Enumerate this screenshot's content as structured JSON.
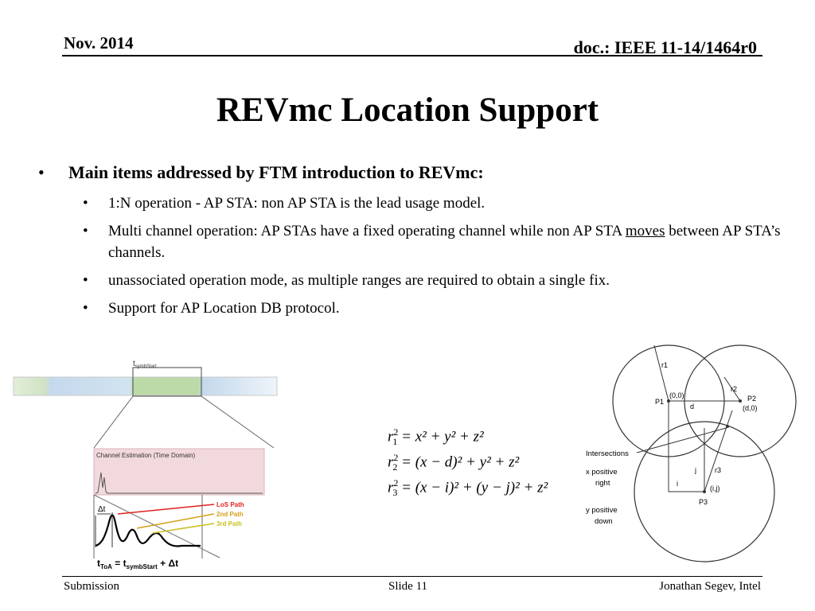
{
  "header": {
    "date": "Nov. 2014",
    "doc": "doc.: IEEE 11-14/1464r0"
  },
  "title": "REVmc Location Support",
  "main_bullet": "Main items addressed by FTM introduction to REVmc:",
  "sub_bullets": [
    "1:N operation - AP STA: non AP STA is the lead usage model.",
    "Multi channel operation: AP STAs have a fixed operating channel while non AP STA ",
    "moves",
    " between AP STA’s channels.",
    "unassociated operation mode, as multiple ranges are required to obtain a single fix.",
    "Support for AP Location DB protocol."
  ],
  "channel_fig": {
    "tsymb_label": "t",
    "tsymb_sub": "symbStart",
    "panel_title": "Channel Estimation (Time Domain)",
    "delta_t": "Δt",
    "paths": [
      "LoS Path",
      "2nd Path",
      "3rd Path"
    ],
    "path_colors": [
      "#e02020",
      "#d4a017",
      "#c8c020"
    ],
    "toa_t1": "t",
    "toa_sub1": "ToA",
    "toa_eq": " = t",
    "toa_sub2": "symbStart",
    "toa_tail": " + Δt"
  },
  "equations": [
    {
      "lhs": "r",
      "sub": "1",
      "sup": "2",
      "rhs": "= x² + y² + z²"
    },
    {
      "lhs": "r",
      "sub": "2",
      "sup": "2",
      "rhs": "= (x − d)² + y² + z²"
    },
    {
      "lhs": "r",
      "sub": "3",
      "sup": "2",
      "rhs": "= (x − i)² + (y − j)² + z²"
    }
  ],
  "circles_fig": {
    "r1": "r1",
    "r2": "r2",
    "r3": "r3",
    "p1": "P1",
    "p2": "P2",
    "p3": "P3",
    "origin": "(0,0)",
    "d0": "(d,0)",
    "d": "d",
    "ij": "(i,j)",
    "i": "i",
    "j": "j",
    "intersections": "Intersections",
    "x_pos_1": "x positive",
    "x_pos_2": "right",
    "y_pos_1": "y positive",
    "y_pos_2": "down"
  },
  "footer": {
    "left": "Submission",
    "middle": "Slide 11",
    "right": "Jonathan Segev, Intel"
  }
}
